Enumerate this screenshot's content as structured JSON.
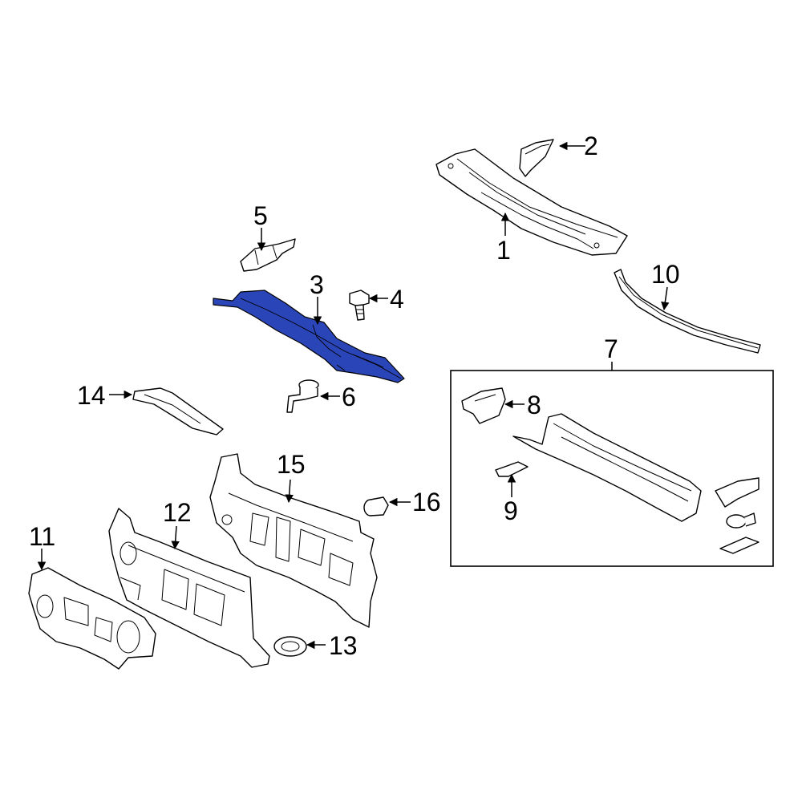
{
  "diagram": {
    "highlight_color": "#2a45b8",
    "highlighted_part": "3",
    "callouts": {
      "c1": "1",
      "c2": "2",
      "c3": "3",
      "c4": "4",
      "c5": "5",
      "c6": "6",
      "c7": "7",
      "c8": "8",
      "c9": "9",
      "c10": "10",
      "c11": "11",
      "c12": "12",
      "c13": "13",
      "c14": "14",
      "c15": "15",
      "c16": "16"
    }
  }
}
